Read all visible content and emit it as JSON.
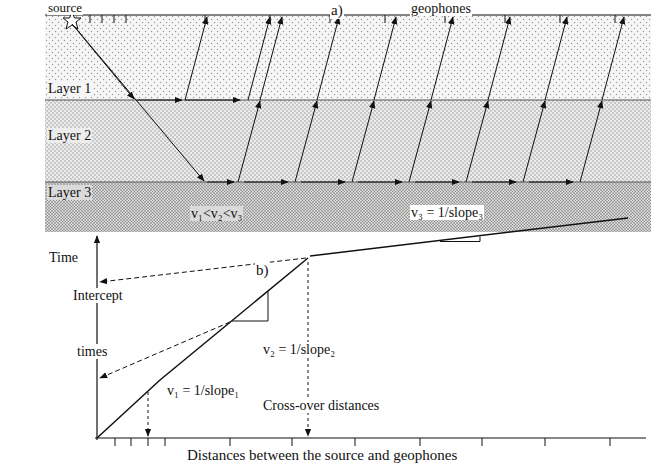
{
  "diagram": {
    "nodes": [
      {
        "text": [
          "Layer 1"
        ]
      },
      {
        "text": [
          "Layer 2"
        ]
      },
      {
        "text": [
          "Layer 3",
          "v₁<v₂<v₃"
        ]
      }
    ],
    "labels": [
      "a)",
      "source",
      "geophones",
      "Time",
      "b)",
      "v₃ = 1/slope₃",
      "Intercept",
      "times",
      "v₂ = 1/slope₂",
      "v₁ = 1/slope₁",
      "Cross-over distances",
      "Distances between the source and geophones"
    ]
  }
}
